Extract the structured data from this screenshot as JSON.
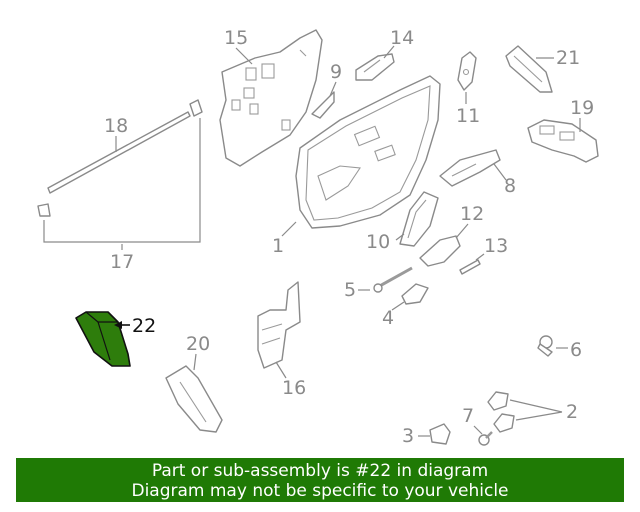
{
  "diagram": {
    "callouts": {
      "c1": "1",
      "c2": "2",
      "c3": "3",
      "c4": "4",
      "c5": "5",
      "c6": "6",
      "c7": "7",
      "c8": "8",
      "c9": "9",
      "c10": "10",
      "c11": "11",
      "c12": "12",
      "c13": "13",
      "c14": "14",
      "c15": "15",
      "c16": "16",
      "c17": "17",
      "c18": "18",
      "c19": "19",
      "c20": "20",
      "c21": "21",
      "c22": "22"
    },
    "highlight_color": "#2e7d0c"
  },
  "banner": {
    "line1": "Part or sub-assembly is #22 in diagram",
    "line2": "Diagram may not be specific to your vehicle",
    "background": "#1f7a05"
  }
}
